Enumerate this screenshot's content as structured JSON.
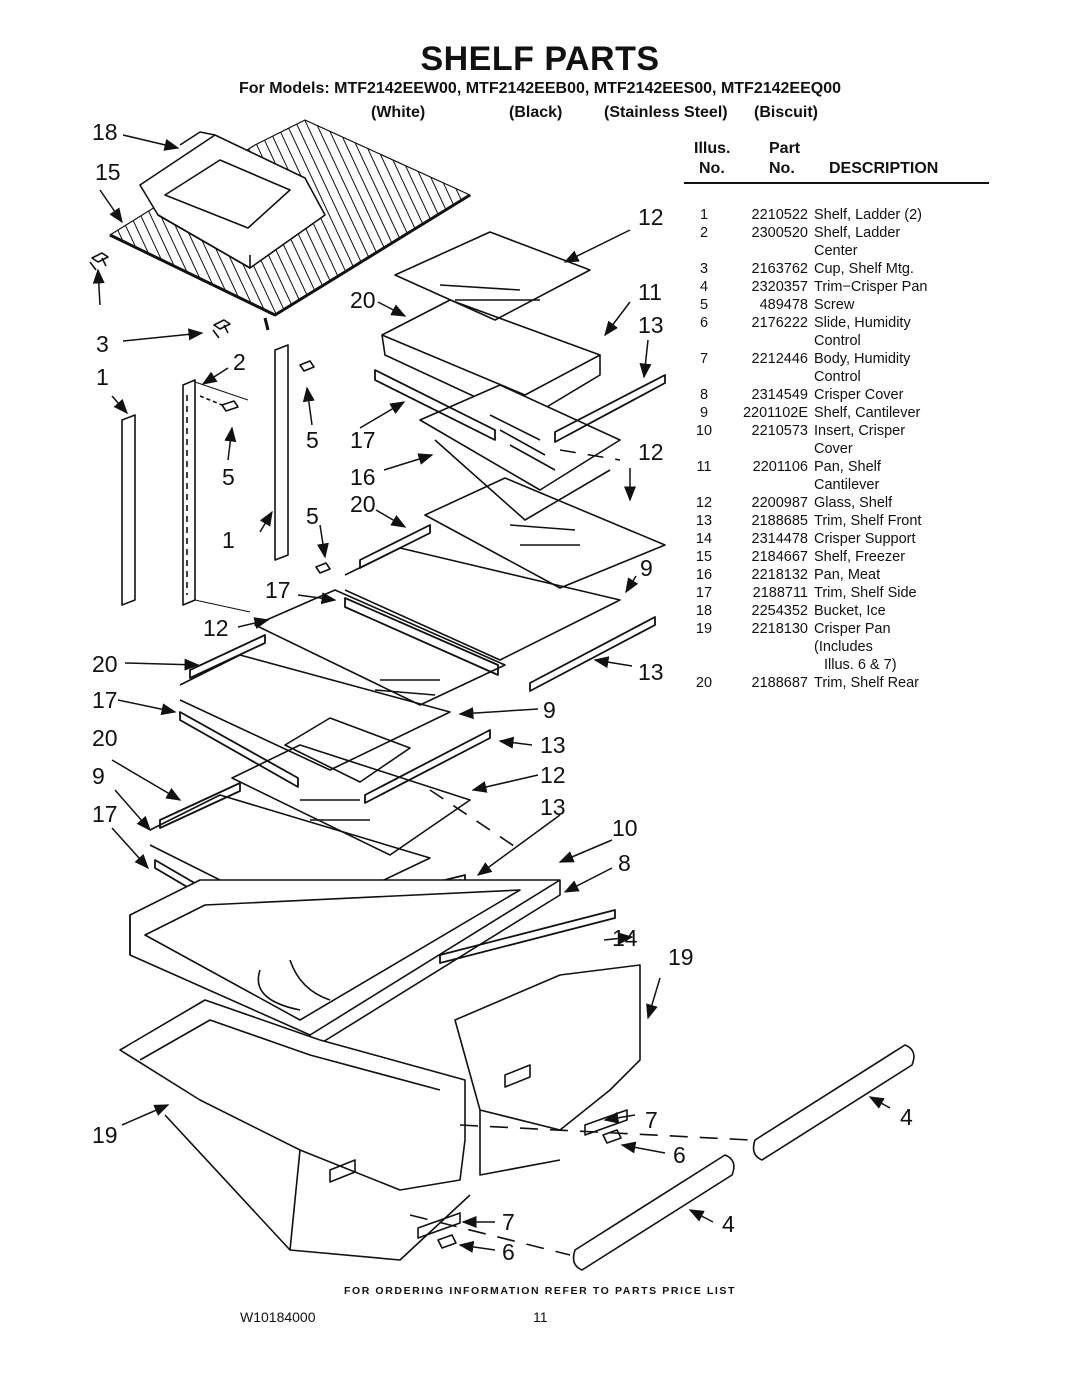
{
  "title": "SHELF PARTS",
  "models_line": "For Models: MTF2142EEW00, MTF2142EEB00, MTF2142EES00, MTF2142EEQ00",
  "finishes": [
    "(White)",
    "(Black)",
    "(Stainless Steel)",
    "(Biscuit)"
  ],
  "table": {
    "header_illus": "Illus.",
    "header_part": "Part",
    "header_no1": "No.",
    "header_no2": "No.",
    "header_desc": "DESCRIPTION",
    "rows": [
      {
        "illus": "1",
        "part": "2210522",
        "desc": [
          "Shelf, Ladder (2)"
        ]
      },
      {
        "illus": "2",
        "part": "2300520",
        "desc": [
          "Shelf, Ladder",
          "Center"
        ]
      },
      {
        "illus": "3",
        "part": "2163762",
        "desc": [
          "Cup, Shelf Mtg."
        ]
      },
      {
        "illus": "4",
        "part": "2320357",
        "desc": [
          "Trim−Crisper Pan"
        ]
      },
      {
        "illus": "5",
        "part": "489478",
        "desc": [
          "Screw"
        ]
      },
      {
        "illus": "6",
        "part": "2176222",
        "desc": [
          "Slide, Humidity",
          "Control"
        ]
      },
      {
        "illus": "7",
        "part": "2212446",
        "desc": [
          "Body, Humidity",
          "Control"
        ]
      },
      {
        "illus": "8",
        "part": "2314549",
        "desc": [
          "Crisper Cover"
        ]
      },
      {
        "illus": "9",
        "part": "2201102E",
        "desc": [
          "Shelf, Cantilever"
        ]
      },
      {
        "illus": "10",
        "part": "2210573",
        "desc": [
          "Insert, Crisper",
          "Cover"
        ]
      },
      {
        "illus": "11",
        "part": "2201106",
        "desc": [
          "Pan, Shelf",
          "Cantilever"
        ]
      },
      {
        "illus": "12",
        "part": "2200987",
        "desc": [
          "Glass, Shelf"
        ]
      },
      {
        "illus": "13",
        "part": "2188685",
        "desc": [
          "Trim, Shelf Front"
        ]
      },
      {
        "illus": "14",
        "part": "2314478",
        "desc": [
          "Crisper Support"
        ]
      },
      {
        "illus": "15",
        "part": "2184667",
        "desc": [
          "Shelf, Freezer"
        ]
      },
      {
        "illus": "16",
        "part": "2218132",
        "desc": [
          "Pan, Meat"
        ]
      },
      {
        "illus": "17",
        "part": "2188711",
        "desc": [
          "Trim, Shelf Side"
        ]
      },
      {
        "illus": "18",
        "part": "2254352",
        "desc": [
          "Bucket, Ice"
        ]
      },
      {
        "illus": "19",
        "part": "2218130",
        "desc": [
          "Crisper Pan",
          "(Includes",
          "Illus. 6 & 7)"
        ]
      },
      {
        "illus": "20",
        "part": "2188687",
        "desc": [
          "Trim, Shelf Rear"
        ]
      }
    ]
  },
  "callouts": [
    "18",
    "15",
    "12",
    "20",
    "11",
    "13",
    "3",
    "2",
    "1",
    "5",
    "17",
    "12",
    "16",
    "5",
    "20",
    "1",
    "5",
    "17",
    "9",
    "12",
    "13",
    "20",
    "17",
    "9",
    "20",
    "13",
    "12",
    "9",
    "13",
    "17",
    "10",
    "8",
    "14",
    "19",
    "19",
    "7",
    "4",
    "6",
    "7",
    "4",
    "6"
  ],
  "footer": "FOR ORDERING INFORMATION REFER TO PARTS PRICE LIST",
  "doc_number": "W10184000",
  "page_number": "11"
}
